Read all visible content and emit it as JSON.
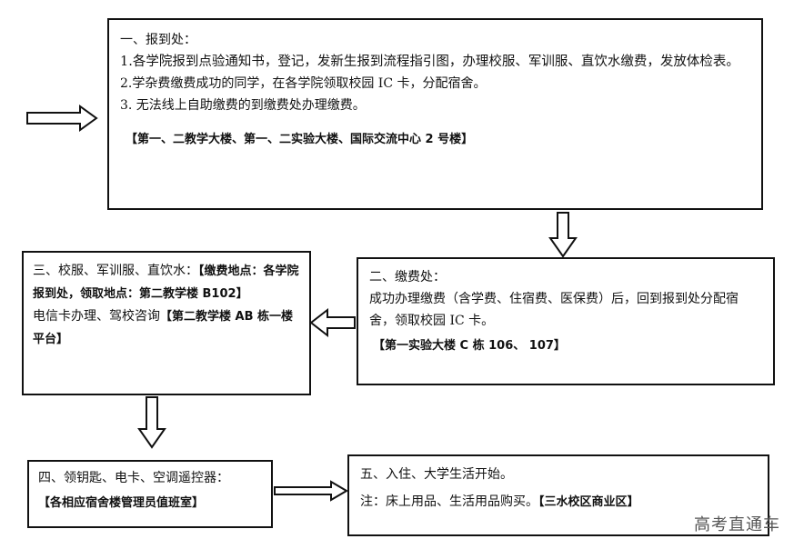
{
  "box1": {
    "title": "一、报到处：",
    "line1": "1.各学院报到点验通知书，登记，发新生报到流程指引图，办理校服、军训服、直饮水缴费，发放体检表。",
    "line2": "2.学杂费缴费成功的同学，在各学院领取校园 IC 卡，分配宿舍。",
    "line3": "3.  无法线上自助缴费的到缴费处办理缴费。",
    "location": "【第一、二教学大楼、第一、二实验大楼、国际交流中心 2 号楼】"
  },
  "box2": {
    "title": "二、缴费处：",
    "line1": "成功办理缴费（含学费、住宿费、医保费）后，回到报到处分配宿舍，领取校园 IC 卡。",
    "location": "【第一实验大楼 C 栋 106、 107】"
  },
  "box3": {
    "title": "三、校服、军训服、直饮水：",
    "location1": "【缴费地点：各学院报到处，领取地点：第二教学楼 B102】",
    "line2": "电信卡办理、驾校咨询",
    "location2": "【第二教学楼 AB 栋一楼平台】"
  },
  "box4": {
    "title": "四、领钥匙、电卡、空调遥控器：",
    "location": "【各相应宿舍楼管理员值班室】"
  },
  "box5": {
    "title": "五、入住、大学生活开始。",
    "note": "注：床上用品、生活用品购买。",
    "location": "【三水校区商业区】"
  },
  "watermark": "高考直通车"
}
